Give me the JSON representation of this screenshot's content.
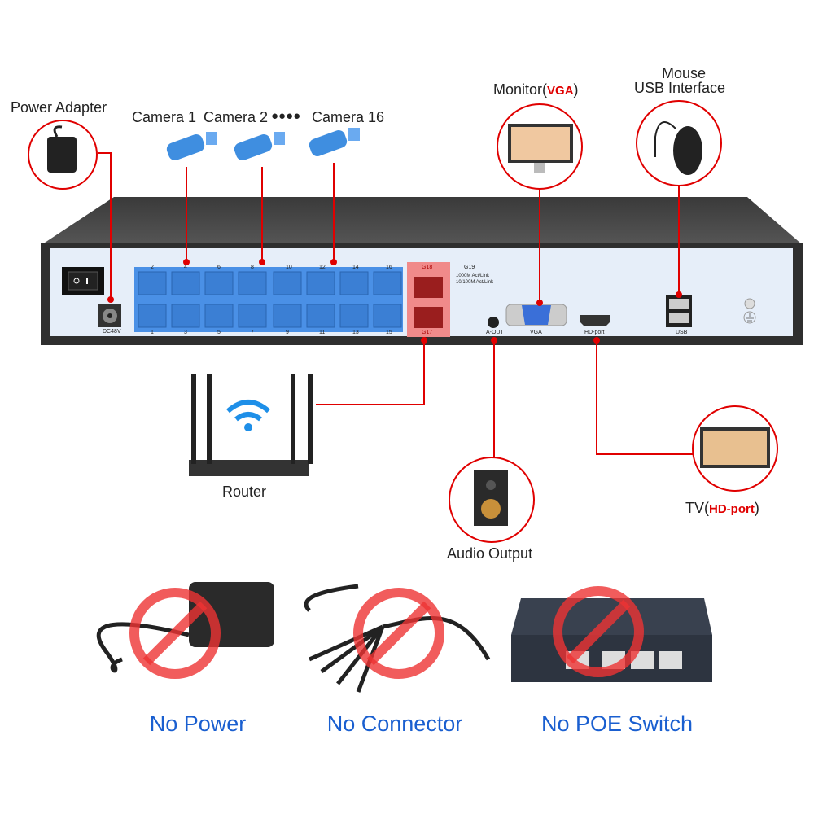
{
  "labels": {
    "power_adapter": "Power Adapter",
    "camera_1": "Camera 1",
    "camera_2": "Camera 2",
    "camera_dots": "●●●●",
    "camera_16": "Camera 16",
    "monitor": "Monitor(",
    "monitor_port": "VGA",
    "monitor_close": ")",
    "mouse": "Mouse",
    "usb_interface": "USB Interface",
    "router": "Router",
    "audio_output": "Audio Output",
    "tv": "TV(",
    "tv_port": "HD-port",
    "tv_close": ")"
  },
  "panel": {
    "dc": "DC48V",
    "top_ports": [
      "2",
      "4",
      "6",
      "8",
      "10",
      "12",
      "14",
      "16"
    ],
    "bottom_ports": [
      "1",
      "3",
      "5",
      "7",
      "9",
      "11",
      "13",
      "15"
    ],
    "g18": "G18",
    "g17": "G17",
    "g19": "G19",
    "led_1000": "1000M Act/Link",
    "led_100": "10/100M Act/Link",
    "aout": "A-OUT",
    "vga": "VGA",
    "hdport": "HD-port",
    "usb": "USB"
  },
  "not_included": [
    {
      "label": "No Power"
    },
    {
      "label": "No Connector"
    },
    {
      "label": "No POE Switch"
    }
  ],
  "colors": {
    "accent_red": "#e00000",
    "poe_blue": "#4a90e6",
    "uplink_red": "#f08a8a",
    "caption_blue": "#1a5fd0"
  }
}
